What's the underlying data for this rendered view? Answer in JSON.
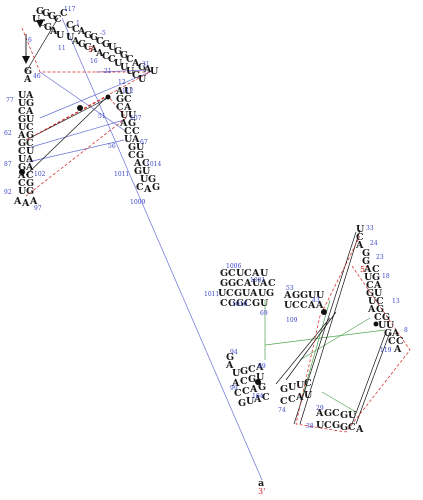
{
  "diagram": {
    "type": "rna-secondary-structure",
    "colors": {
      "base": "#1a1a1a",
      "number": "#3a46c8",
      "terminus": "#d41f1f",
      "blue_link": "#6a73d6",
      "green_link": "#52a352",
      "red_link": "#d41f1f",
      "black_link": "#111111"
    },
    "molecule_a": {
      "numbers": [
        "117",
        "1",
        "-5",
        "11",
        "6",
        "16",
        "21",
        "31",
        "12",
        "46",
        "112",
        "77",
        "107",
        "51",
        "62",
        "56",
        "67",
        "87",
        "1014",
        "102",
        "1011",
        "92",
        "97",
        "1009"
      ],
      "termini": [
        "5'"
      ]
    },
    "molecule_b": {
      "numbers": [
        "33",
        "1006",
        "24",
        "1001",
        "23",
        "1011",
        "53",
        "18",
        "43",
        "1016",
        "13",
        "69",
        "109",
        "8",
        "94",
        "119",
        "89",
        "99",
        "104",
        "29",
        "74",
        "38"
      ],
      "termini": [
        "5'",
        "3'"
      ],
      "label": "a"
    }
  }
}
